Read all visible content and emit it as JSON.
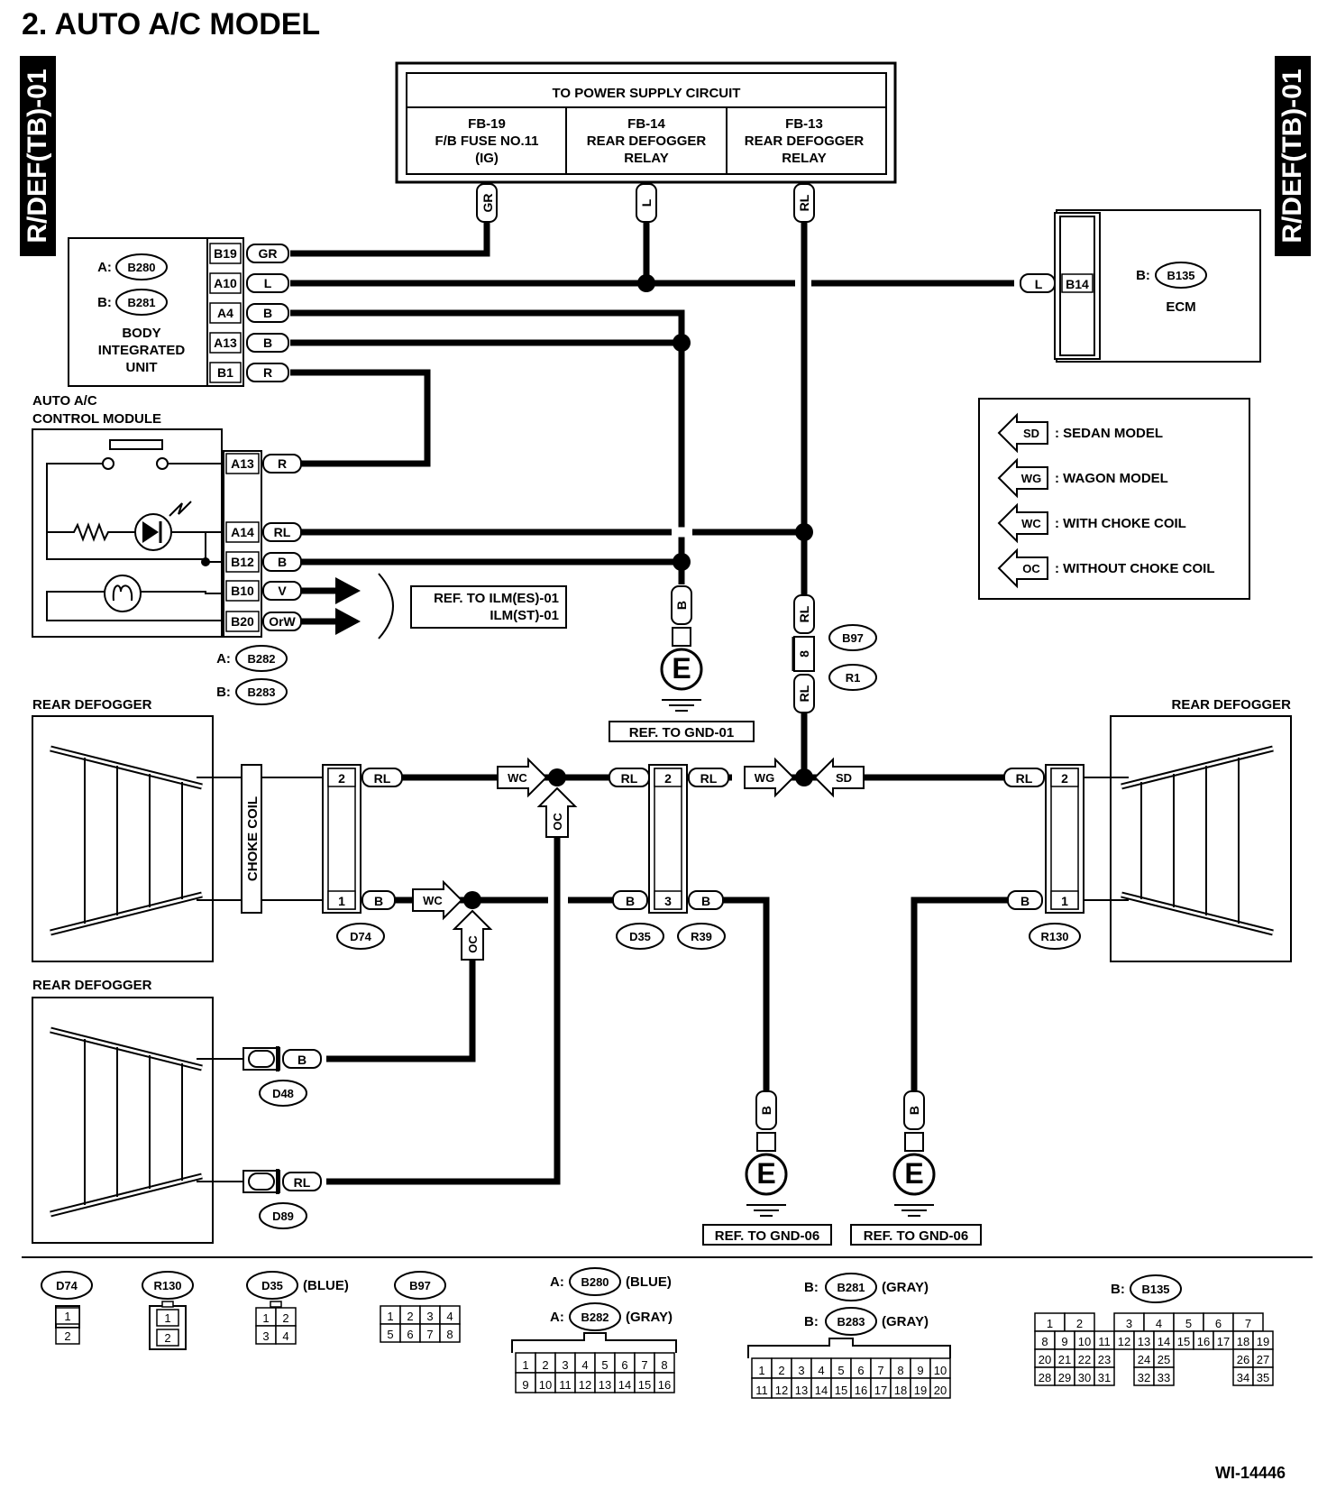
{
  "title": "2.  AUTO A/C MODEL",
  "side_tab_label": "R/DEF(TB)-01",
  "figure_id": "WI-14446",
  "power_supply": {
    "header": "TO POWER SUPPLY CIRCUIT",
    "cells": [
      {
        "l1": "FB-19",
        "l2": "F/B FUSE NO.11",
        "l3": "(IG)",
        "wire": "GR"
      },
      {
        "l1": "FB-14",
        "l2": "REAR DEFOGGER",
        "l3": "RELAY",
        "wire": "L"
      },
      {
        "l1": "FB-13",
        "l2": "REAR DEFOGGER",
        "l3": "RELAY",
        "wire": "RL"
      }
    ]
  },
  "body_integrated_unit": {
    "name_l1": "BODY",
    "name_l2": "INTEGRATED",
    "name_l3": "UNIT",
    "conn_a_prefix": "A:",
    "conn_a": "B280",
    "conn_b_prefix": "B:",
    "conn_b": "B281",
    "pins": [
      {
        "pin": "B19",
        "wire": "GR"
      },
      {
        "pin": "A10",
        "wire": "L"
      },
      {
        "pin": "A4",
        "wire": "B"
      },
      {
        "pin": "A13",
        "wire": "B"
      },
      {
        "pin": "B1",
        "wire": "R"
      }
    ]
  },
  "ecm": {
    "name": "ECM",
    "conn_prefix": "B:",
    "conn": "B135",
    "pin": "B14",
    "wire": "L"
  },
  "ac_module": {
    "name_l1": "AUTO A/C",
    "name_l2": "CONTROL MODULE",
    "conn_a_prefix": "A:",
    "conn_a": "B282",
    "conn_b_prefix": "B:",
    "conn_b": "B283",
    "pins": [
      {
        "pin": "A13",
        "wire": "R"
      },
      {
        "pin": "A14",
        "wire": "RL"
      },
      {
        "pin": "B12",
        "wire": "B"
      },
      {
        "pin": "B10",
        "wire": "V"
      },
      {
        "pin": "B20",
        "wire": "OrW"
      }
    ]
  },
  "ref_ilm": {
    "l1": "REF. TO ILM(ES)-01",
    "l2": "ILM(ST)-01"
  },
  "legend": [
    {
      "code": "SD",
      "text": ": SEDAN MODEL"
    },
    {
      "code": "WG",
      "text": ": WAGON MODEL"
    },
    {
      "code": "WC",
      "text": ": WITH CHOKE COIL"
    },
    {
      "code": "OC",
      "text": ": WITHOUT CHOKE COIL"
    }
  ],
  "ground_ref_1": "REF. TO GND-01",
  "ground_ref_2": "REF. TO GND-06",
  "ground_ref_3": "REF. TO GND-06",
  "ground_symbol": "E",
  "joint": {
    "c1": "B97",
    "c2": "R1",
    "pin": "8",
    "wire": "RL"
  },
  "rear_defogger_label": "REAR DEFOGGER",
  "choke_coil_label": "CHOKE COIL",
  "connectors": {
    "d74": "D74",
    "d35": "D35",
    "r39": "R39",
    "r130": "R130",
    "d48": "D48",
    "d89": "D89"
  },
  "wire_labels": {
    "rl": "RL",
    "b": "B"
  },
  "arrow_codes": {
    "wc": "WC",
    "oc": "OC",
    "wg": "WG",
    "sd": "SD"
  },
  "pin_numbers": {
    "one": "1",
    "two": "2",
    "three": "3"
  },
  "bottom_connectors": {
    "d74": {
      "name": "D74",
      "pins": [
        "1",
        "2"
      ]
    },
    "r130": {
      "name": "R130",
      "pins": [
        "1",
        "2"
      ]
    },
    "d35": {
      "name": "D35",
      "color": "(BLUE)",
      "pins": [
        "1",
        "2",
        "3",
        "4"
      ]
    },
    "b97": {
      "name": "B97",
      "pins": [
        "1",
        "2",
        "3",
        "4",
        "5",
        "6",
        "7",
        "8"
      ]
    },
    "b280_282": {
      "a_prefix": "A:",
      "b280": "B280",
      "b280_color": "(BLUE)",
      "b282": "B282",
      "b282_color": "(GRAY)",
      "row1": [
        "1",
        "2",
        "3",
        "4",
        "5",
        "6",
        "7",
        "8"
      ],
      "row2": [
        "9",
        "10",
        "11",
        "12",
        "13",
        "14",
        "15",
        "16"
      ]
    },
    "b281_283": {
      "b_prefix": "B:",
      "b281": "B281",
      "b281_color": "(GRAY)",
      "b283": "B283",
      "b283_color": "(GRAY)",
      "row1": [
        "1",
        "2",
        "3",
        "4",
        "5",
        "6",
        "7",
        "8",
        "9",
        "10"
      ],
      "row2": [
        "11",
        "12",
        "13",
        "14",
        "15",
        "16",
        "17",
        "18",
        "19",
        "20"
      ]
    },
    "b135": {
      "prefix": "B:",
      "name": "B135",
      "row0a": [
        "1",
        "2"
      ],
      "row0b": [
        "3",
        "4",
        "5",
        "6",
        "7"
      ],
      "row1": [
        "8",
        "9",
        "10",
        "11",
        "12",
        "13",
        "14",
        "15",
        "16",
        "17",
        "18",
        "19"
      ],
      "row2a": [
        "20",
        "21",
        "22",
        "23"
      ],
      "row2b": [
        "24",
        "25"
      ],
      "row2c": [
        "26",
        "27"
      ],
      "row3a": [
        "28",
        "29",
        "30",
        "31"
      ],
      "row3b": [
        "32",
        "33"
      ],
      "row3c": [
        "34",
        "35"
      ]
    }
  },
  "colors": {
    "ink": "#000000",
    "paper": "#ffffff"
  }
}
